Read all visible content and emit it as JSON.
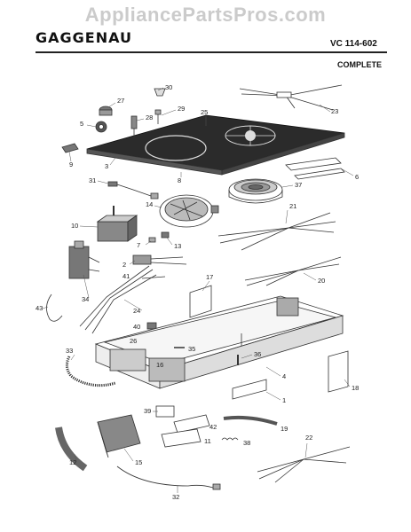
{
  "watermark": "AppliancePartsPros.com",
  "brand": "GAGGENAU",
  "model": "VC 114-602",
  "subtitle": "COMPLETE",
  "part_labels": [
    "30",
    "27",
    "28",
    "29",
    "25",
    "23",
    "5",
    "9",
    "3",
    "8",
    "6",
    "31",
    "37",
    "14",
    "21",
    "10",
    "7",
    "13",
    "2",
    "41",
    "17",
    "20",
    "43",
    "34",
    "24",
    "40",
    "26",
    "33",
    "35",
    "36",
    "16",
    "4",
    "18",
    "1",
    "39",
    "42",
    "11",
    "38",
    "19",
    "12",
    "15",
    "22",
    "32"
  ]
}
